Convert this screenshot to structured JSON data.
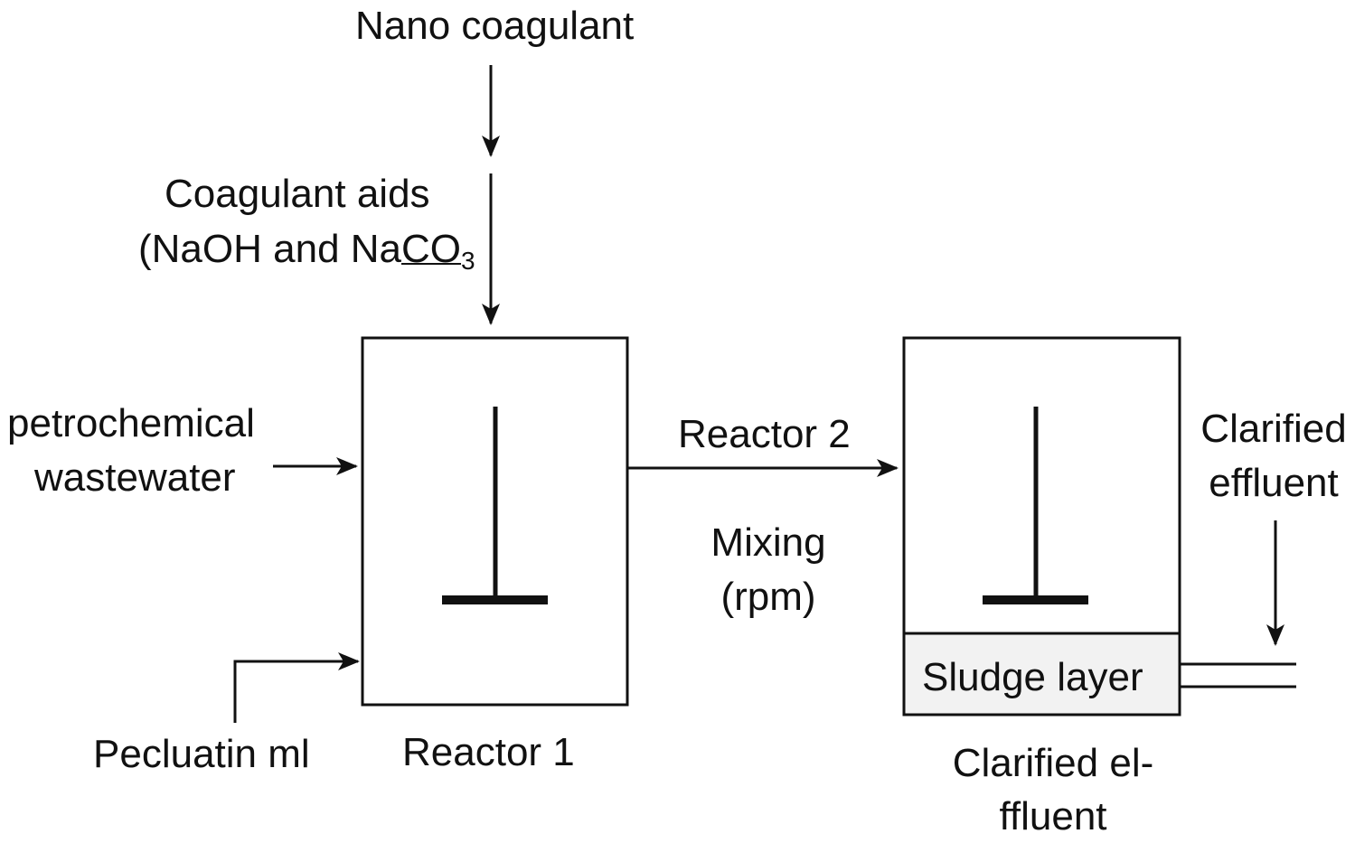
{
  "diagram": {
    "type": "process-flow",
    "labels": {
      "nano_coagulant": "Nano coagulant",
      "coagulant_aids_line1": "Coagulant aids",
      "coagulant_aids_line2_prefix": "(NaOH and Na",
      "coagulant_aids_line2_mid": "CO",
      "coagulant_aids_sub": "3",
      "petrochemical_line1": "petrochemical",
      "petrochemical_line2": "wastewater",
      "pecluating": "Pecluatin ml",
      "reactor1": "Reactor 1",
      "reactor2": "Reactor 2",
      "mixing_line1": "Mixing",
      "mixing_line2": "(rpm)",
      "sludge_layer": "Sludge layer",
      "clarified_effluent_line1": "Clarified",
      "clarified_effluent_line2": "effluent",
      "clarified_bottom_line1": "Clarified el-",
      "clarified_bottom_line2": "ffluent"
    },
    "colors": {
      "stroke": "#111111",
      "sludge_fill": "#f2f2f2",
      "background": "#ffffff"
    }
  }
}
